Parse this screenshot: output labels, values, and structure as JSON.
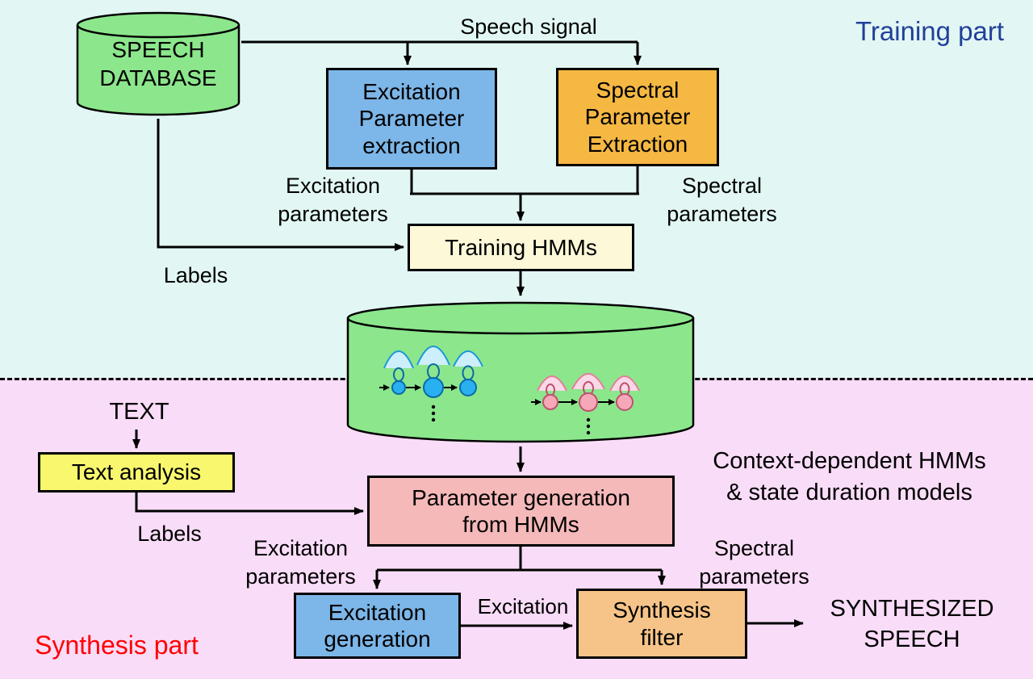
{
  "sections": {
    "training_label": "Training part",
    "synthesis_label": "Synthesis part"
  },
  "nodes": {
    "speech_database": "SPEECH\nDATABASE",
    "excitation_extraction": "Excitation\nParameter\nextraction",
    "spectral_extraction": "Spectral\nParameter\nExtraction",
    "training_hmms": "Training HMMs",
    "text_analysis": "Text analysis",
    "parameter_generation": "Parameter generation\nfrom HMMs",
    "excitation_generation": "Excitation\ngeneration",
    "synthesis_filter": "Synthesis\nfilter"
  },
  "labels": {
    "speech_signal": "Speech signal",
    "excitation_parameters_top": "Excitation\nparameters",
    "spectral_parameters_top": "Spectral\nparameters",
    "labels_top": "Labels",
    "text_input": "TEXT",
    "labels_bottom": "Labels",
    "context_hmms": "Context-dependent HMMs\n& state duration models",
    "excitation_parameters_bottom": "Excitation\nparameters",
    "spectral_parameters_bottom": "Spectral\nparameters",
    "excitation": "Excitation",
    "synthesized_speech": "SYNTHESIZED\nSPEECH"
  },
  "colors": {
    "training_background": "#e2f7f4",
    "synthesis_background": "#f9dcf7",
    "database_green": "#8ce68c",
    "excitation_blue": "#7db6e8",
    "spectral_orange": "#f5b843",
    "training_hmms_cream": "#fcf8d8",
    "text_analysis_yellow": "#f9f76e",
    "parameter_generation_pink": "#f5b9b9",
    "synthesis_filter_peach": "#f6c488",
    "training_label_blue": "#21409a",
    "synthesis_label_red": "#ff0000"
  }
}
